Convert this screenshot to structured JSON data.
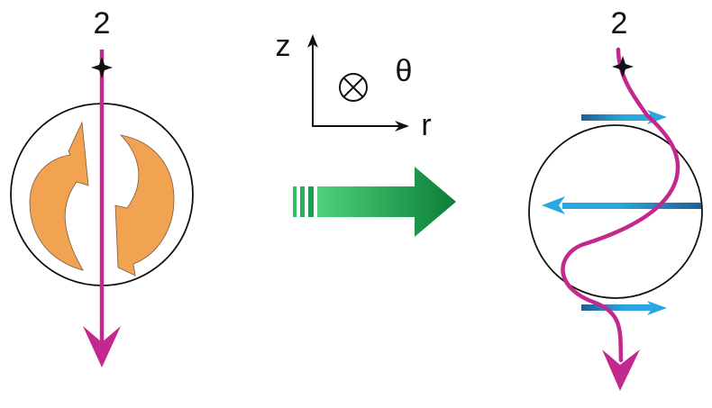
{
  "left_panel": {
    "label": "2"
  },
  "axes": {
    "z_label": "z",
    "theta_symbol": "⊗",
    "theta_label": "θ",
    "r_label": "r"
  },
  "right_panel": {
    "label": "2"
  },
  "colors": {
    "magenta": "#c2288e",
    "orange": "#f2a352",
    "green_light": "#3bc46a",
    "green_dark": "#0b8a3c",
    "blue": "#2aa6e0",
    "blue_dark": "#1f6fa8",
    "ink": "#111111"
  }
}
